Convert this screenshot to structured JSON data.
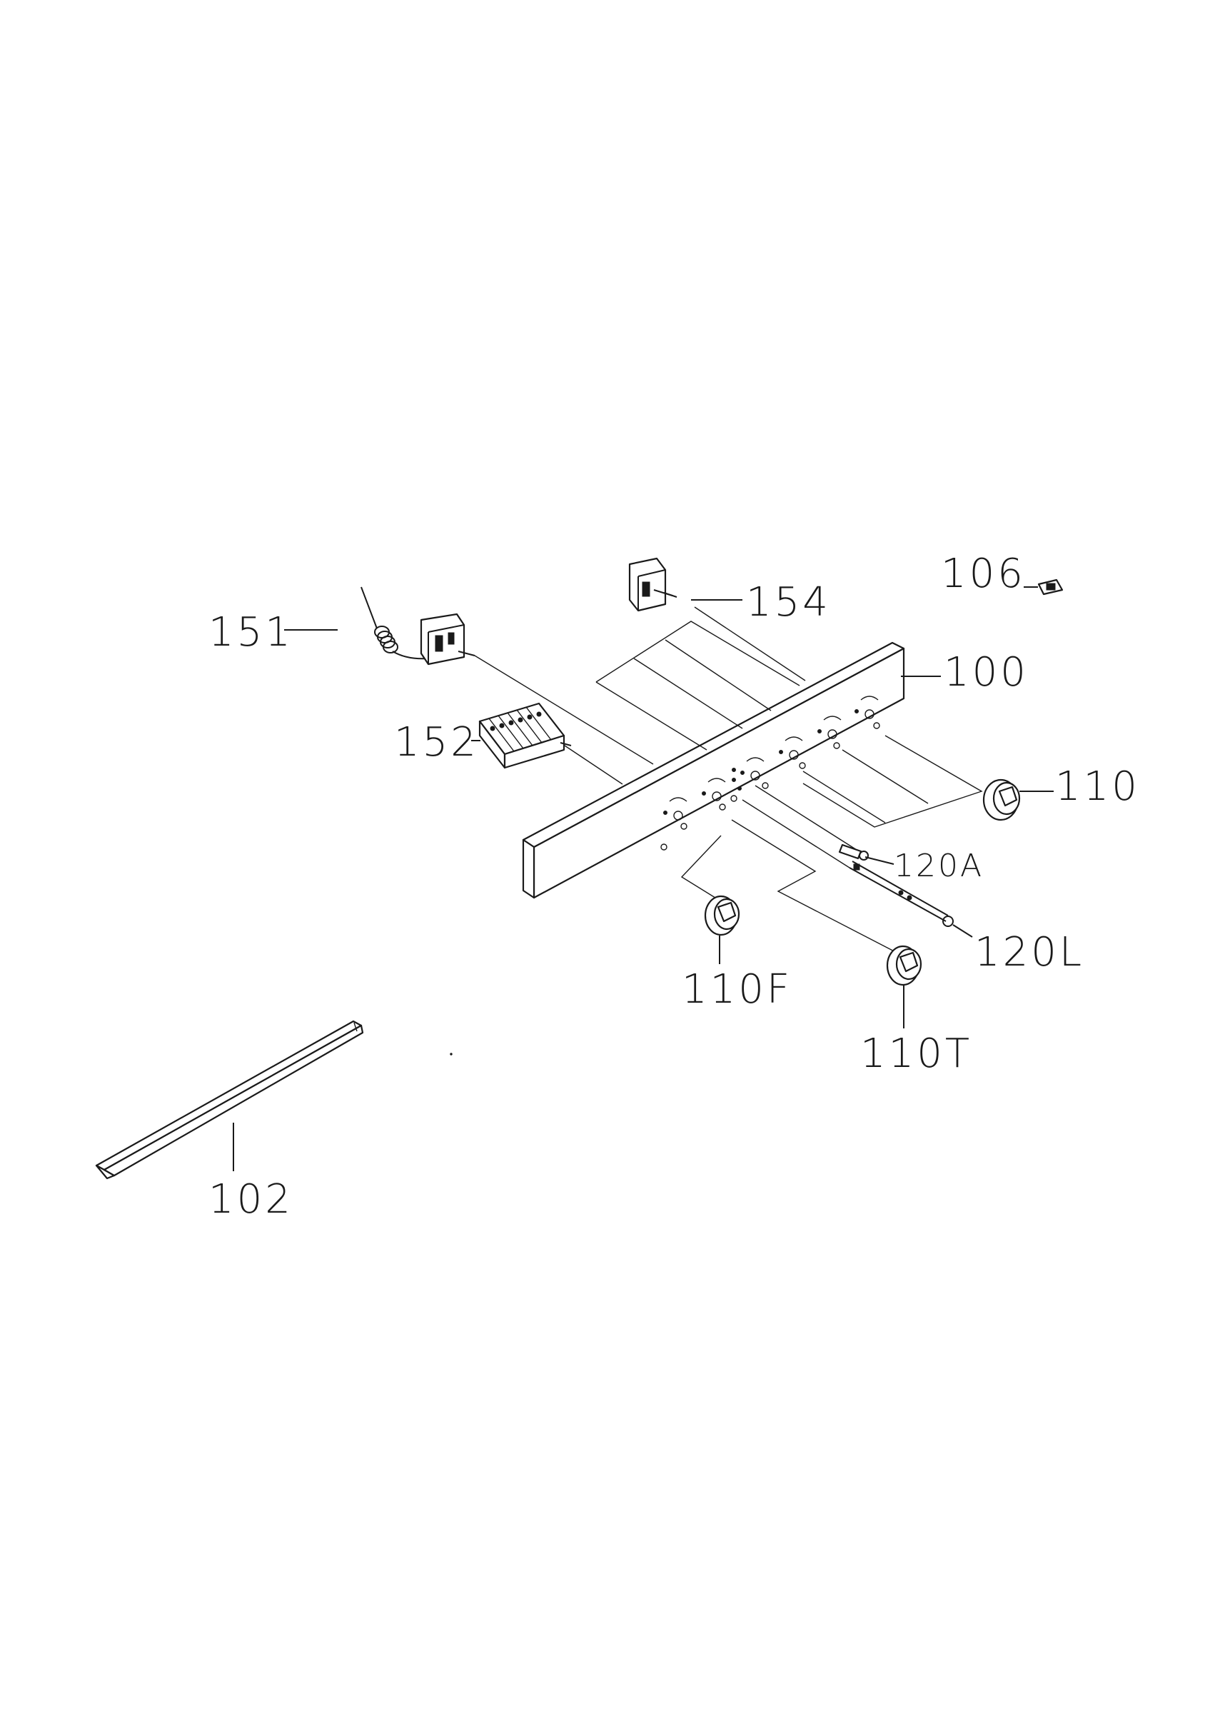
{
  "diagram": {
    "labels": {
      "p100": "100",
      "p102": "102",
      "p106": "106",
      "p110": "110",
      "p110F": "110F",
      "p110T": "110T",
      "p120A": "120A",
      "p120L": "120L",
      "p151": "151",
      "p152": "152",
      "p154": "154"
    }
  }
}
